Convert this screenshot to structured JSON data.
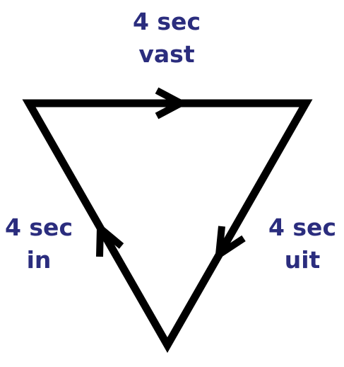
{
  "labels": {
    "top": {
      "duration": "4 sec",
      "action": "vast"
    },
    "left": {
      "duration": "4 sec",
      "action": "in"
    },
    "right": {
      "duration": "4 sec",
      "action": "uit"
    }
  },
  "colors": {
    "line": "#000000",
    "text": "#2b2d7e",
    "background": "#ffffff"
  }
}
